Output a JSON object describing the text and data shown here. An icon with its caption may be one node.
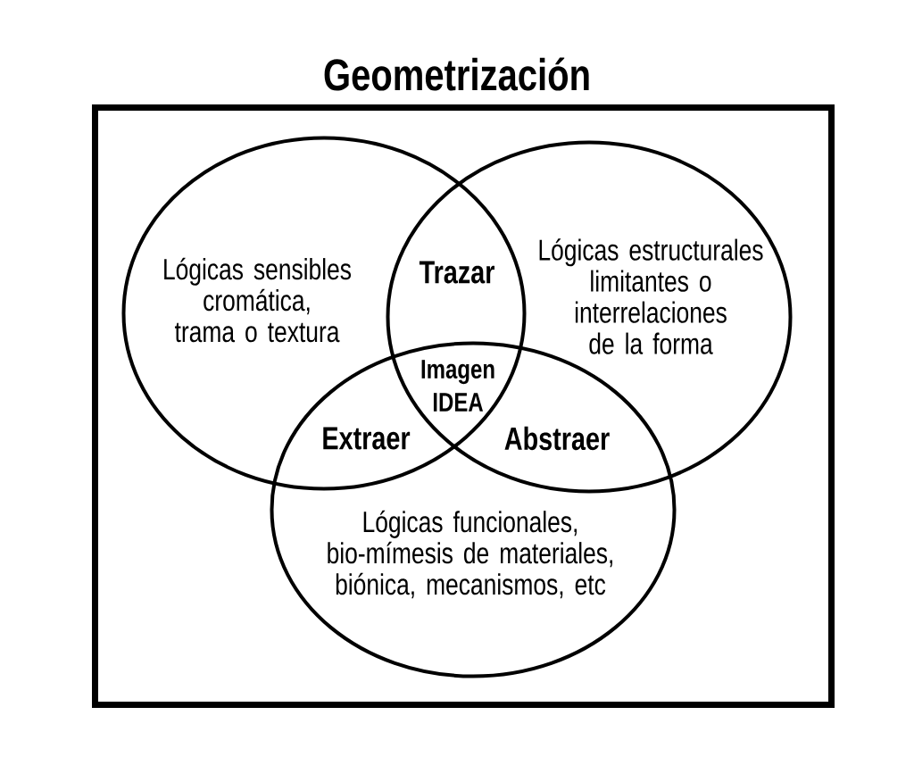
{
  "diagram": {
    "nodes": [
      {
        "text": [
          "Geometrización"
        ]
      },
      {
        "text": [
          "Lógicas sensibles cromática, trama o textura"
        ],
        "in": 0
      },
      {
        "text": [
          "Lógicas estructurales limitantes o interrelaciones de la forma"
        ],
        "in": 0
      },
      {
        "text": [
          "Lógicas funcionales, bio-mímesis de materiales, biónica, mecanismos, etc"
        ],
        "in": 0
      }
    ],
    "labels": [
      "Trazar",
      "Imagen IDEA",
      "Extraer",
      "Abstraer"
    ]
  }
}
